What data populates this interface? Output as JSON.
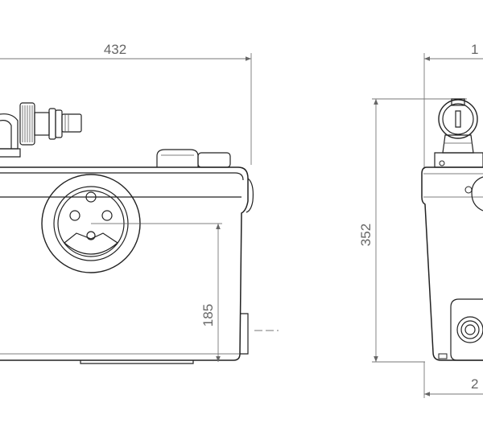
{
  "dimensions": {
    "width_front": "432",
    "height_inlet": "185",
    "height_total": "352",
    "top_right_partial": "1",
    "bottom_right_partial": "2"
  },
  "colors": {
    "outline": "#222222",
    "dimension_line": "#777777",
    "dimension_text": "#666666",
    "body_fill": "#ffffff"
  }
}
